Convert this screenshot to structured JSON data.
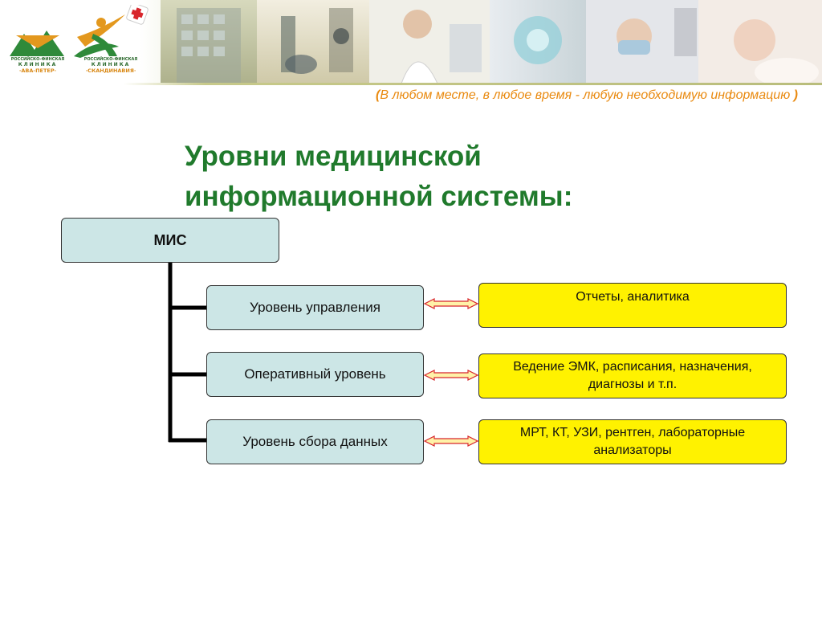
{
  "header": {
    "logo_left": {
      "line1": "РОССИЙСКО-ФИНСКАЯ",
      "line2": "КЛИНИКА",
      "line3": "·АВА-ПЕТЕР·"
    },
    "logo_right": {
      "line1": "РОССИЙСКО-ФИНСКАЯ",
      "line2": "КЛИНИКА",
      "line3": "·СКАНДИНАВИЯ·"
    },
    "slogan": "В любом месте, в любое время - любую необходимую информацию",
    "slogan_open": "(",
    "slogan_close": ")"
  },
  "title": {
    "line1": "Уровни медицинской",
    "line2": "информационной системы:"
  },
  "diagram": {
    "root": "МИС",
    "levels": [
      {
        "label": "Уровень управления",
        "description": "Отчеты, аналитика"
      },
      {
        "label": "Оперативный уровень",
        "description": "Ведение ЭМК, расписания, назначения, диагнозы и т.п."
      },
      {
        "label": "Уровень сбора данных",
        "description": "МРТ, КТ, УЗИ, рентген, лабораторные анализаторы"
      }
    ]
  },
  "colors": {
    "title": "#207a2c",
    "slogan": "#e98a10",
    "level_box": "#cce6e6",
    "desc_box": "#fff200",
    "arrow_fill": "#fff2a8",
    "arrow_stroke": "#d8262c"
  }
}
